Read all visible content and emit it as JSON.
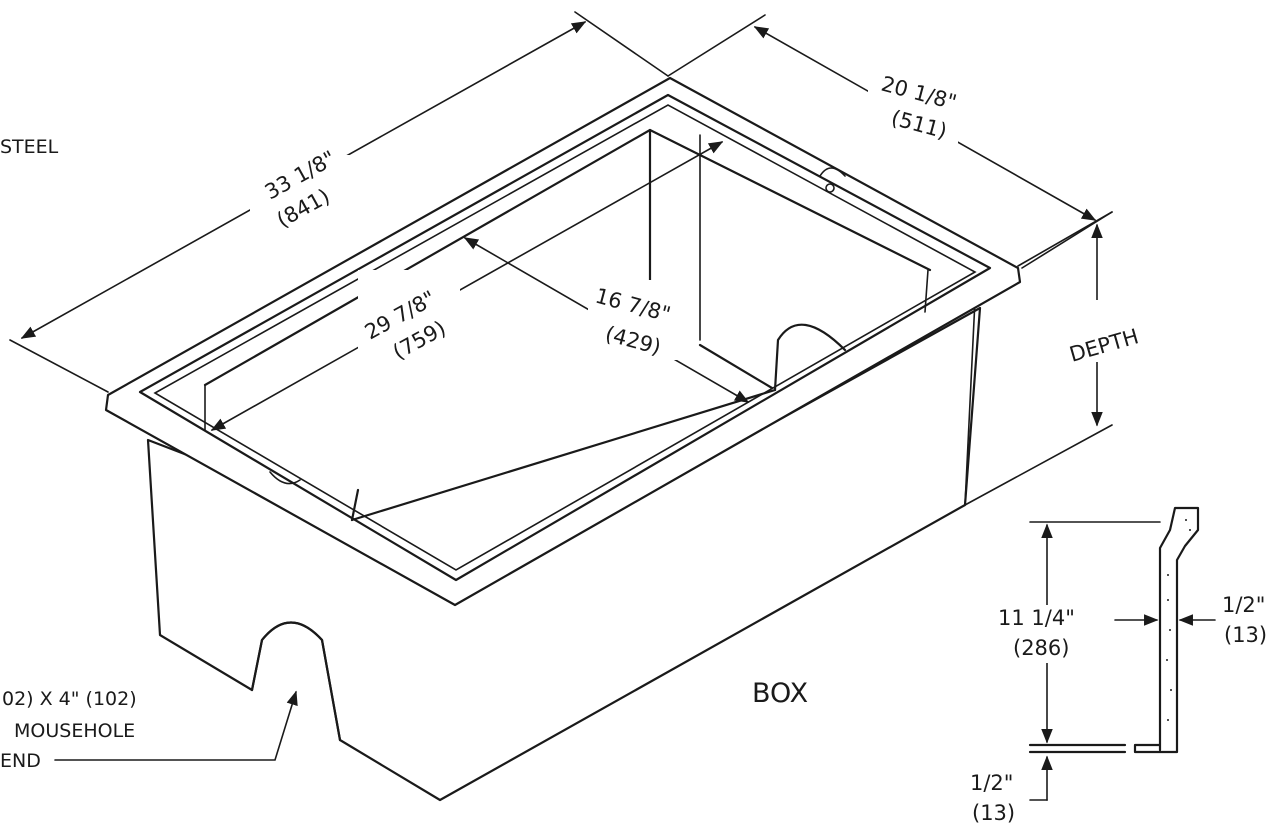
{
  "diagram": {
    "label_material_partial": "STEEL",
    "dim_outer_length": "33 1/8\"",
    "dim_outer_length_mm": "(841)",
    "dim_outer_width_a": "20 1/8\"",
    "dim_outer_width_mm": "(511)",
    "dim_inner_length": "29 7/8\"",
    "dim_inner_length_mm": "(759)",
    "dim_inner_width": "16 7/8\"",
    "dim_inner_width_mm": "(429)",
    "dim_depth": "DEPTH",
    "mousehole_line1": "02) X 4\" (102)",
    "mousehole_line2": "MOUSEHOLE",
    "mousehole_line3": "END",
    "title": "BOX",
    "section_height": "11 1/4\"",
    "section_height_mm": "(286)",
    "section_wall": "1/2\"",
    "section_wall_mm": "(13)",
    "section_base": "1/2\"",
    "section_base_mm": "(13)"
  }
}
